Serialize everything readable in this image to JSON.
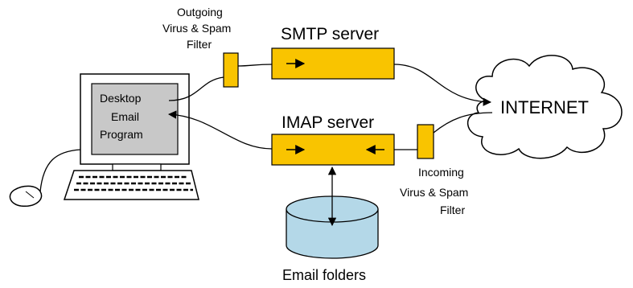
{
  "labels": {
    "outgoing_filter": [
      "Outgoing",
      "Virus & Spam",
      "Filter"
    ],
    "smtp_server": "SMTP server",
    "imap_server": "IMAP server",
    "internet": "INTERNET",
    "desktop_program": [
      "Desktop",
      "Email",
      "Program"
    ],
    "incoming_filter": [
      "Incoming",
      "Virus & Spam",
      "Filter"
    ],
    "email_folders": "Email folders"
  },
  "colors": {
    "server_fill": "#f9c400",
    "screen_fill": "#c8c8c8",
    "cylinder_fill": "#b4d8e8",
    "line": "#000000"
  }
}
